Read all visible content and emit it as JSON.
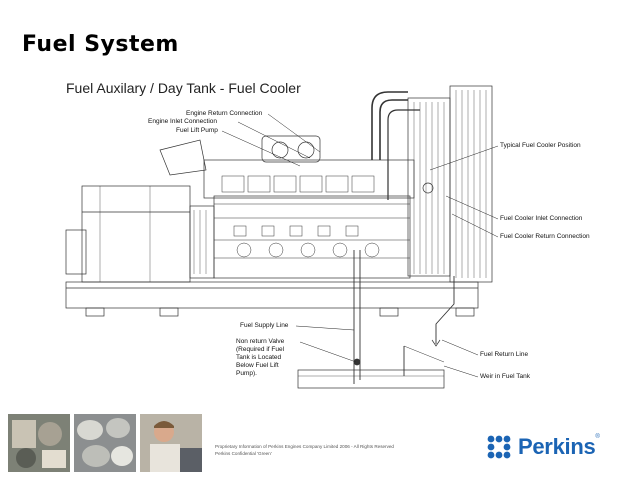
{
  "slide": {
    "title": "Fuel System",
    "diagram_title": "Fuel Auxilary / Day Tank - Fuel Cooler"
  },
  "labels": {
    "engine_return": "Engine Return Connection",
    "engine_inlet": "Engine Inlet Connection",
    "fuel_lift_pump": "Fuel Lift Pump",
    "typical_cooler_position": "Typical Fuel Cooler Position",
    "cooler_inlet": "Fuel Cooler Inlet Connection",
    "cooler_return": "Fuel Cooler Return Connection",
    "fuel_supply": "Fuel Supply Line",
    "non_return_valve": "Non return Valve (Required if Fuel Tank is Located Below Fuel Lift Pump).",
    "fuel_return_line": "Fuel Return Line",
    "weir": "Weir in Fuel Tank"
  },
  "footer": {
    "line1": "Proprietary Information of Perkins Engines Company Limited 2006 - All Rights Reserved",
    "line2": "Perkins Confidential 'Green'"
  },
  "brand": {
    "name": "Perkins",
    "trademark": "®",
    "color": "#1b64b4"
  },
  "photos": [
    "engine-parts-photo",
    "pistons-photo",
    "engineer-photo"
  ]
}
